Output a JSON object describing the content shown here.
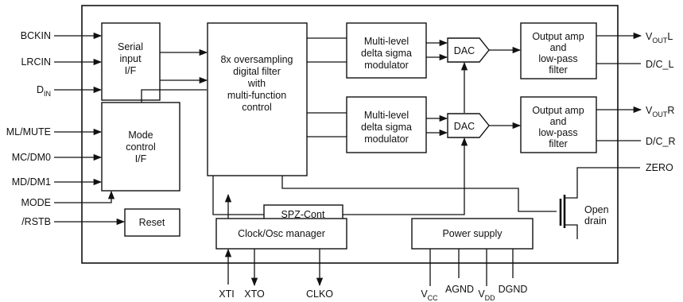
{
  "blocks": {
    "serial_if": [
      "Serial",
      "input",
      "I/F"
    ],
    "digital_filter": [
      "8x oversampling",
      "digital filter",
      "with",
      "multi-function",
      "control"
    ],
    "mod_top": [
      "Multi-level",
      "delta sigma",
      "modulator"
    ],
    "mod_bottom": [
      "Multi-level",
      "delta sigma",
      "modulator"
    ],
    "dac_top": "DAC",
    "dac_bottom": "DAC",
    "outamp_top": [
      "Output amp",
      "and",
      "low-pass",
      "filter"
    ],
    "outamp_bottom": [
      "Output amp",
      "and",
      "low-pass",
      "filter"
    ],
    "mode_if": [
      "Mode",
      "control",
      "I/F"
    ],
    "reset": "Reset",
    "spz": "SPZ-Cont",
    "clock": "Clock/Osc manager",
    "power": "Power supply",
    "open_drain": [
      "Open",
      "drain"
    ]
  },
  "pins": {
    "left": {
      "bckin": "BCKIN",
      "lrcin": "LRCIN",
      "din": {
        "main": "D",
        "sub": "IN"
      },
      "ml_mute": "ML/MUTE",
      "mc_dm0": "MC/DM0",
      "md_dm1": "MD/DM1",
      "mode": "MODE",
      "rstb": "/RSTB"
    },
    "right": {
      "vout_l": {
        "main": "V",
        "sub": "OUT",
        "suffix": "L"
      },
      "dc_l": "D/C_L",
      "vout_r": {
        "main": "V",
        "sub": "OUT",
        "suffix": "R"
      },
      "dc_r": "D/C_R",
      "zero": "ZERO"
    },
    "bottom": {
      "xti": "XTI",
      "xto": "XTO",
      "clko": "CLKO",
      "vcc": {
        "main": "V",
        "sub": "CC"
      },
      "agnd": "AGND",
      "vdd": {
        "main": "V",
        "sub": "DD"
      },
      "dgnd": "DGND"
    }
  }
}
